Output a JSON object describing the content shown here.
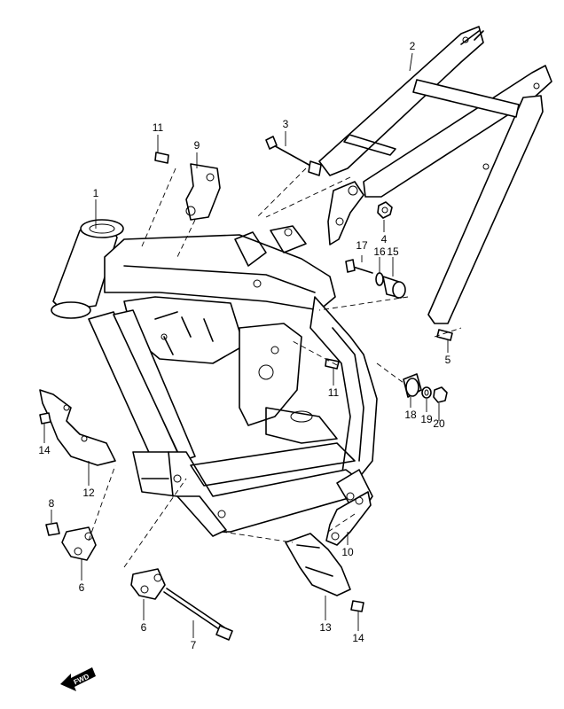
{
  "diagram": {
    "callouts": [
      "1",
      "2",
      "3",
      "4",
      "5",
      "6",
      "6",
      "7",
      "8",
      "9",
      "10",
      "11",
      "11",
      "12",
      "13",
      "14",
      "14",
      "15",
      "16",
      "17",
      "18",
      "19",
      "20"
    ],
    "fwd_label": "FWD"
  }
}
